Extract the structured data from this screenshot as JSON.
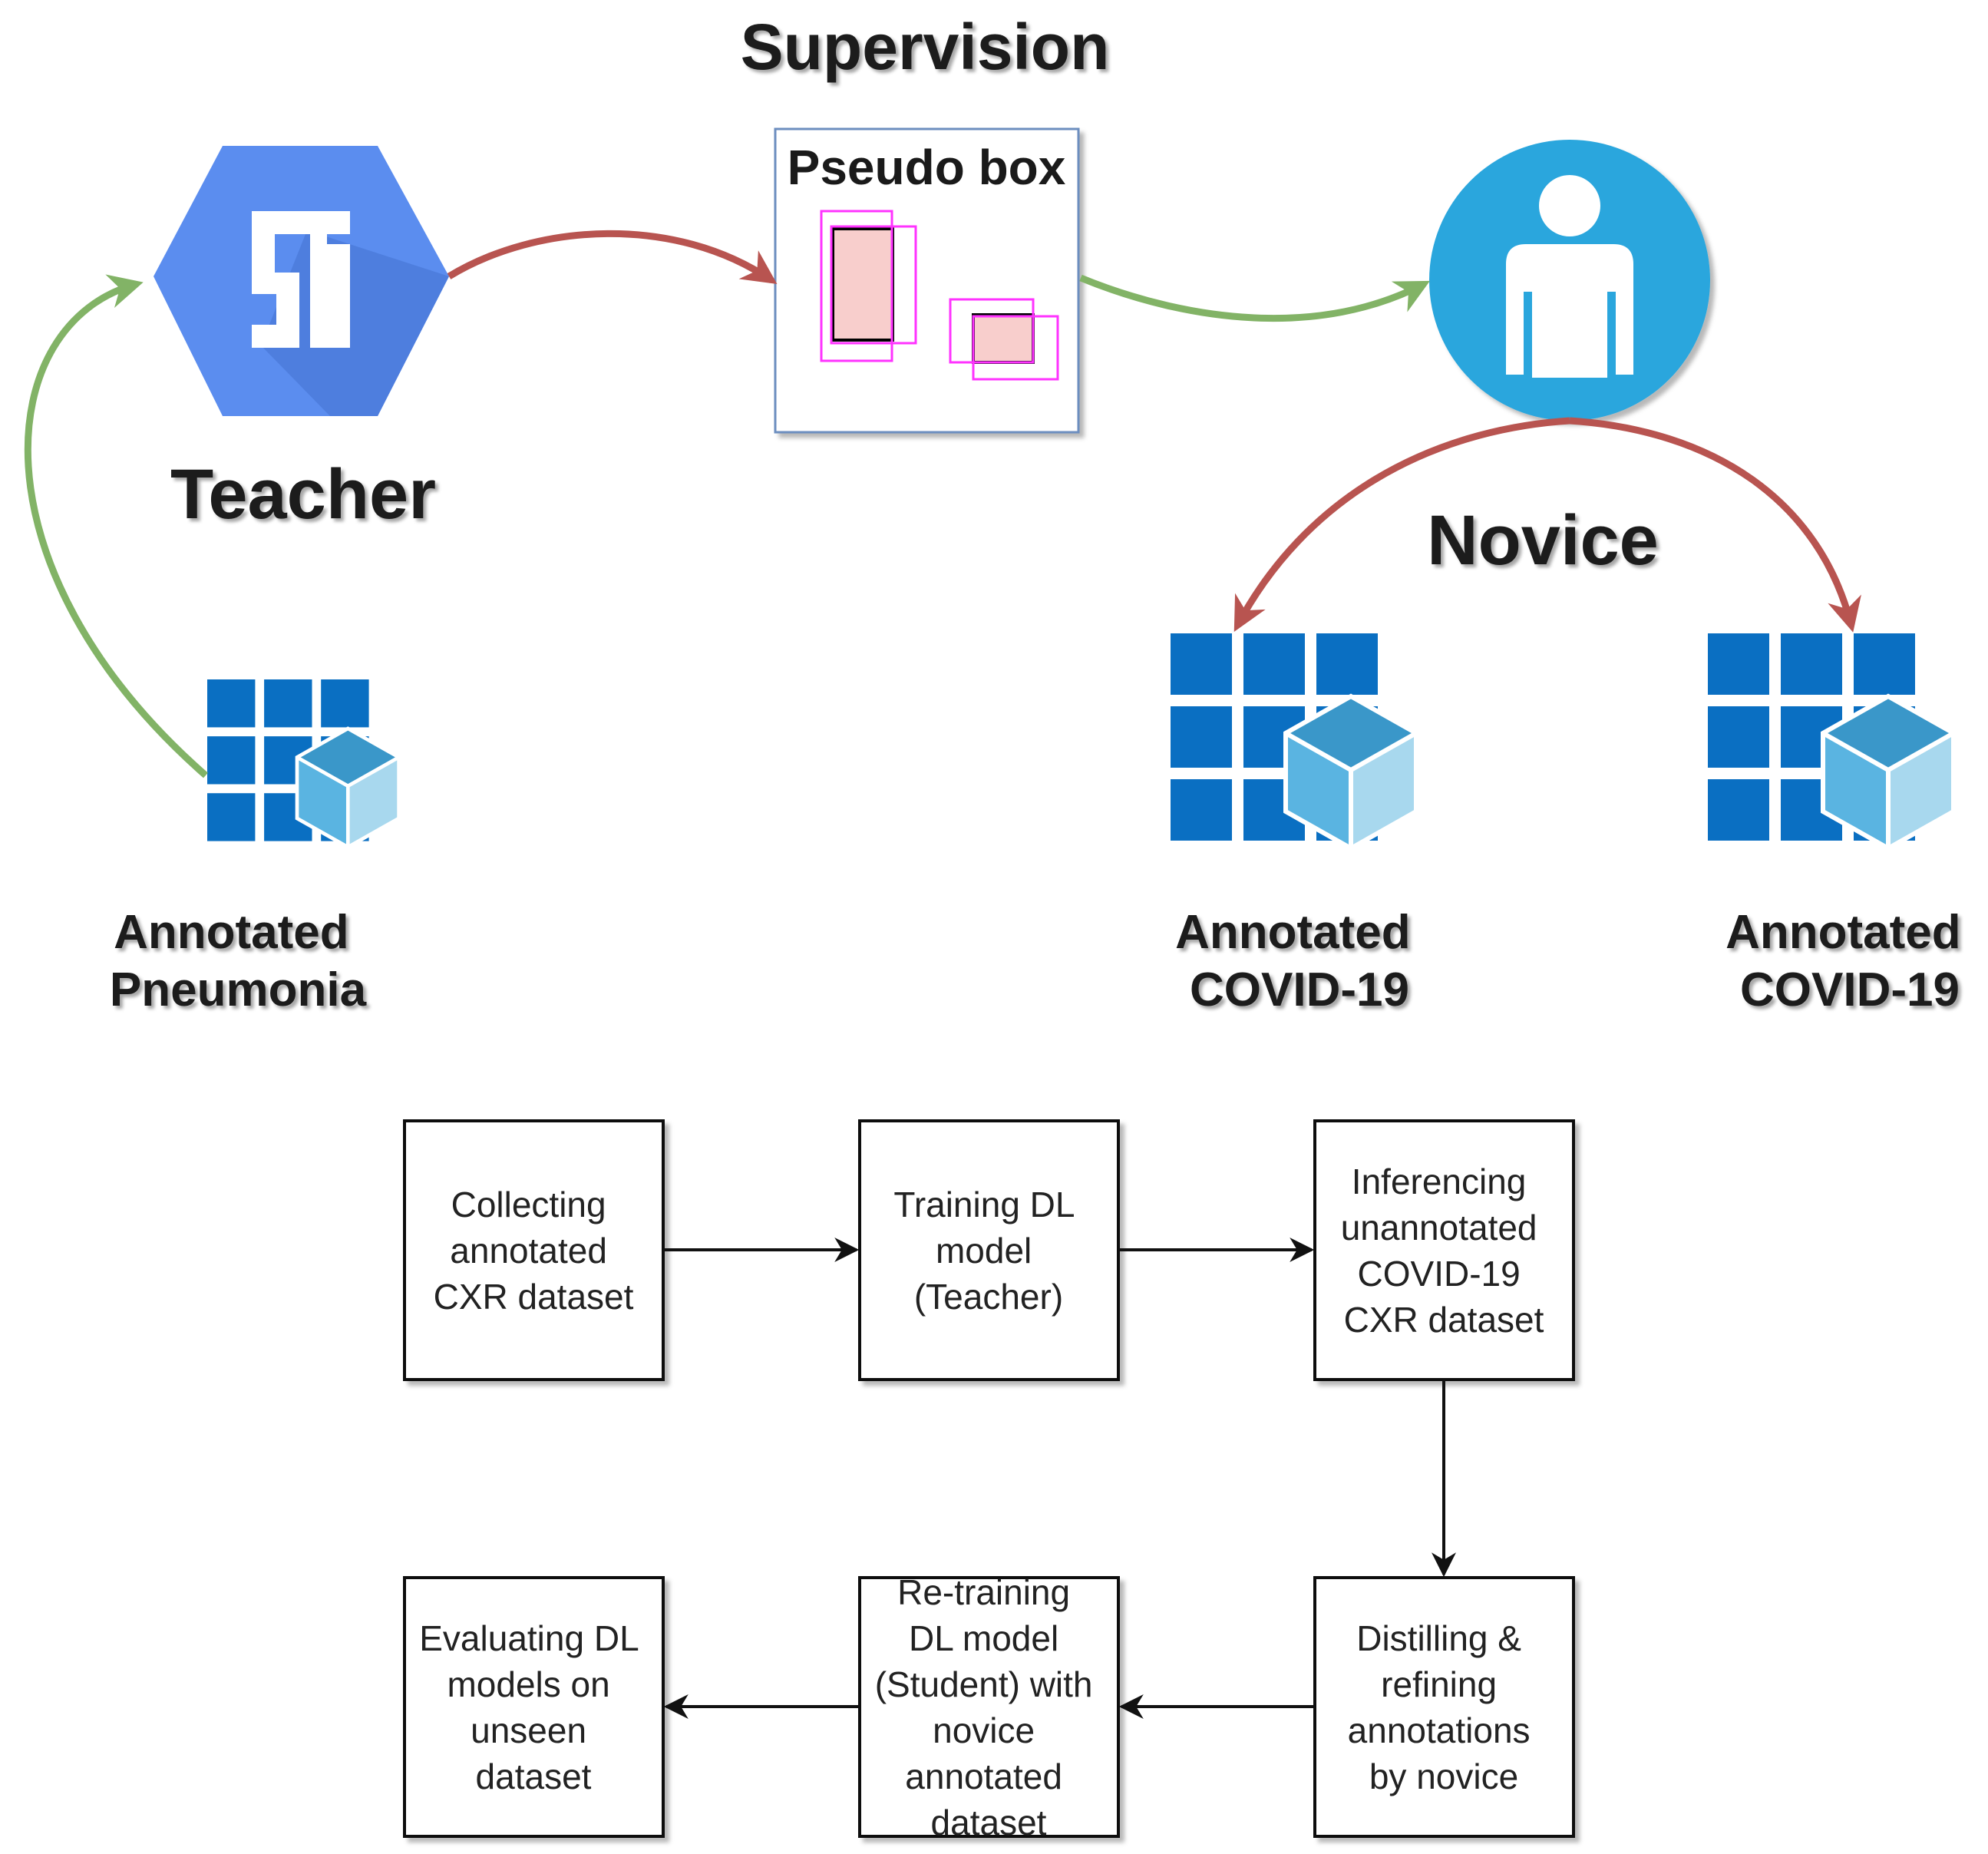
{
  "top": {
    "supervision_label": "Supervision",
    "teacher_label": "Teacher",
    "novice_label": "Novice",
    "pseudo_box_label": "Pseudo box",
    "pneumonia_label": [
      "Annotated",
      "Pneumonia"
    ],
    "covid_left_label": [
      "Annotated",
      "COVID-19"
    ],
    "covid_right_label": [
      "Annotated",
      "COVID-19"
    ]
  },
  "flow": {
    "steps": [
      {
        "lines": [
          "Collecting",
          "annotated",
          "CXR dataset"
        ]
      },
      {
        "lines": [
          "Training DL",
          "model",
          "(Teacher)"
        ]
      },
      {
        "lines": [
          "Inferencing",
          "unannotated",
          "COVID-19",
          "CXR dataset"
        ]
      },
      {
        "lines": [
          "Distilling &",
          "refining",
          "annotations",
          "by novice"
        ]
      },
      {
        "lines": [
          "Re-training",
          "DL model",
          "(Student) with",
          "novice",
          "annotated",
          "dataset"
        ]
      },
      {
        "lines": [
          "Evaluating DL",
          "models on",
          "unseen",
          "dataset"
        ]
      }
    ]
  },
  "colors": {
    "teacher_hex": "#5b8def",
    "novice_circle": "#29a6dd",
    "green_arrow": "#82b366",
    "red_arrow": "#b85450",
    "dataset_blue": "#0a6fc2",
    "pseudo_fill": "#f8cecc",
    "pseudo_outline": "#ff33ff"
  },
  "icons": {
    "teacher": "teacher-hexagon-icon",
    "novice": "person-icon",
    "dataset": "dataset-grid-cube-icon"
  }
}
